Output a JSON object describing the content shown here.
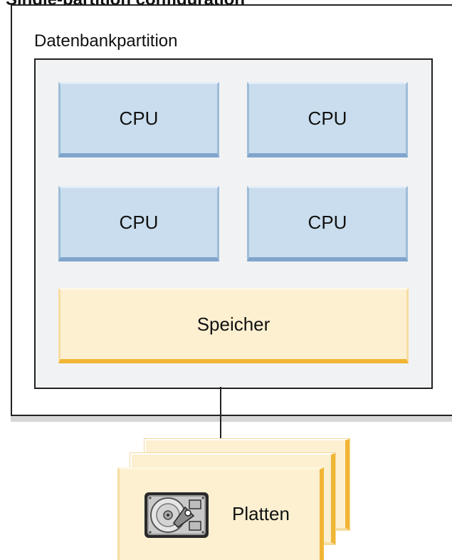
{
  "header": {
    "title": "Single-partition configuration"
  },
  "diagram": {
    "outer_label": "Datenbankpartition",
    "cpus": [
      "CPU",
      "CPU",
      "CPU",
      "CPU"
    ],
    "memory_label": "Speicher",
    "storage_label": "Platten",
    "icons": {
      "storage": "hard-disk-icon"
    },
    "colors": {
      "cpu": "#c9ddee",
      "cpu_edge": "#7fa5cc",
      "memory": "#fcf0d1",
      "memory_edge": "#f1b535"
    }
  }
}
